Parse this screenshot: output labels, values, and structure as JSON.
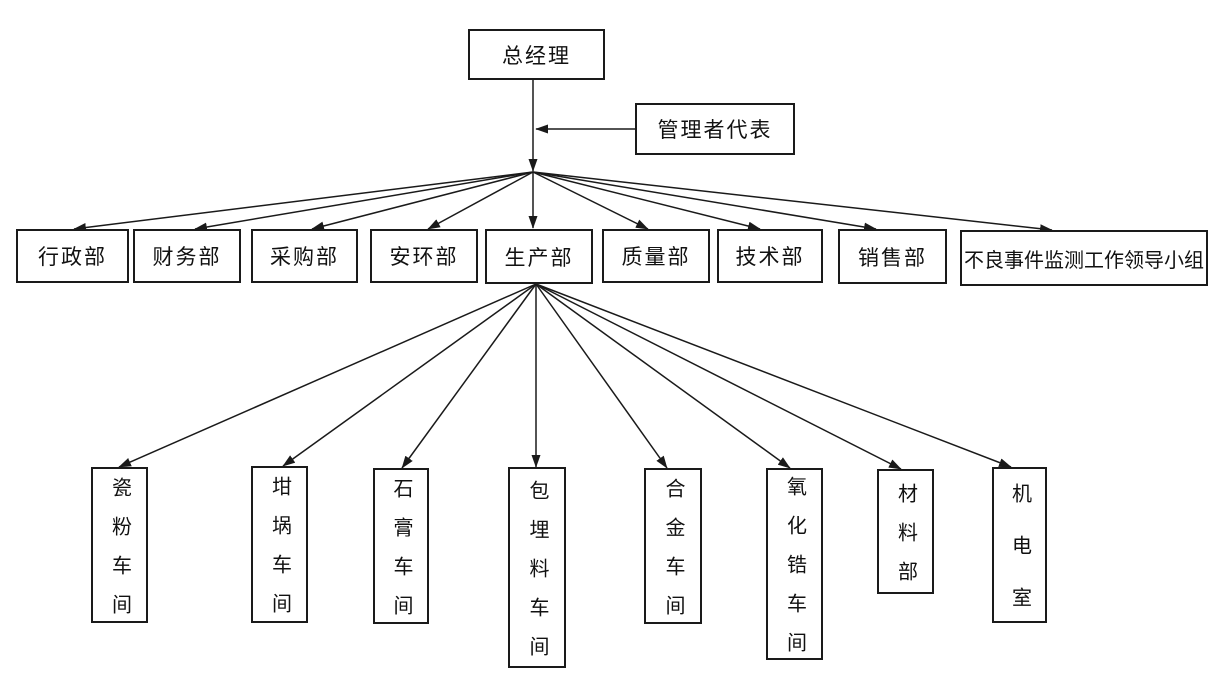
{
  "colors": {
    "background": "#ffffff",
    "line": "#1a1a1a",
    "box_border": "#1a1a1a",
    "text": "#111111"
  },
  "nodes": {
    "root": {
      "label": "总经理"
    },
    "management_rep": {
      "label": "管理者代表"
    }
  },
  "departments": [
    {
      "label": "行政部"
    },
    {
      "label": "财务部"
    },
    {
      "label": "采购部"
    },
    {
      "label": "安环部"
    },
    {
      "label": "生产部"
    },
    {
      "label": "质量部"
    },
    {
      "label": "技术部"
    },
    {
      "label": "销售部"
    },
    {
      "label": "不良事件监测工作领导小组"
    }
  ],
  "workshops": [
    {
      "label": "瓷粉车间"
    },
    {
      "label": "坩埚车间"
    },
    {
      "label": "石膏车间"
    },
    {
      "label": "包埋料车间"
    },
    {
      "label": "合金车间"
    },
    {
      "label": "氧化锆车间"
    },
    {
      "label": "材料部"
    },
    {
      "label": "机电室"
    }
  ]
}
